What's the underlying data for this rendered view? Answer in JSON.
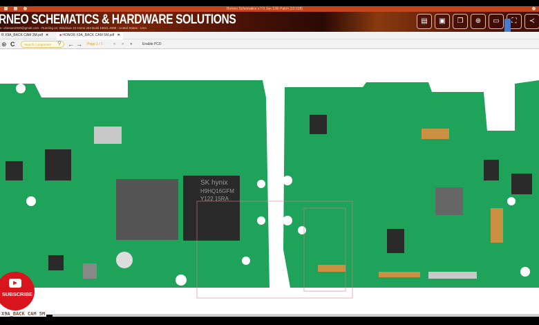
{
  "window": {
    "title": "Borneo Schematics v.7.0 Jan 13th Patch (13.018)"
  },
  "banner": {
    "title": "RNEO SCHEMATICS & HARDWARE SOLUTIONS",
    "subtitle": "e: uhienan2020@gmail.com - Running on: Windows 10 Home x64 Build 19041.4598 - United States - USA"
  },
  "tabs": [
    {
      "label": "R X9A_BACK CAM 3M.pdf",
      "close": "✕"
    },
    {
      "label": "HONOR X9A_BACK CAM 5M.pdf",
      "close": "✕"
    }
  ],
  "toolbar": {
    "search_placeholder": "Search Component",
    "page": "Page 1 / 1",
    "enable_pcd": "Enable PCD"
  },
  "footer": {
    "filename": "X9A_BACK CAM 5M"
  },
  "overlay": {
    "subscribe": "SUBSCRIBE"
  },
  "chip_labels": [
    "SK hynix",
    "H9HQ16GFM",
    "Y122 15RA"
  ]
}
